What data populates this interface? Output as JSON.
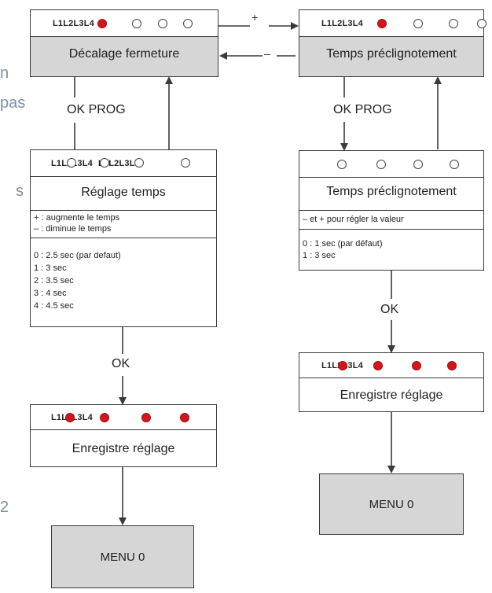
{
  "colors": {
    "led_on": "#d4151c",
    "box_fill_gray": "#d6d6d6",
    "line": "#3a3a3a"
  },
  "background_fragments": {
    "a": "n",
    "b": "pas",
    "c": "s",
    "d": "2"
  },
  "led_label": "L1L2L3L4",
  "connectors": {
    "plus": "+",
    "minus": "–",
    "ok_prog_left": "OK PROG",
    "ok_prog_right": "OK PROG",
    "ok_left": "OK",
    "ok_right": "OK"
  },
  "boxes": {
    "decalage": {
      "title": "Décalage fermeture",
      "leds": [
        "on",
        "off",
        "off",
        "off"
      ]
    },
    "temps_top": {
      "title": "Temps préclignotement",
      "leds": [
        "on",
        "off",
        "off",
        "off"
      ]
    },
    "reglage": {
      "title": "Réglage temps",
      "leds": [
        "off",
        "off",
        "off",
        "off"
      ],
      "hints": [
        "+ : augmente le temps",
        "– : diminue le temps"
      ],
      "options": [
        "0 : 2.5 sec (par defaut)",
        "1 : 3 sec",
        "2 : 3.5 sec",
        "3 : 4 sec",
        "4 : 4.5 sec"
      ]
    },
    "temps_mid": {
      "title": "Temps préclignotement",
      "leds": [
        "off",
        "off",
        "off",
        "off"
      ],
      "hints": [
        "– et + pour régler la valeur"
      ],
      "options": [
        "0 : 1 sec (par défaut)",
        "1 : 3 sec"
      ]
    },
    "enreg_left": {
      "title": "Enregistre réglage",
      "leds": [
        "on",
        "on",
        "on",
        "on"
      ]
    },
    "enreg_right": {
      "title": "Enregistre réglage",
      "leds": [
        "on",
        "on",
        "on",
        "on"
      ]
    },
    "menu_left": {
      "title": "MENU 0"
    },
    "menu_right": {
      "title": "MENU 0"
    }
  }
}
